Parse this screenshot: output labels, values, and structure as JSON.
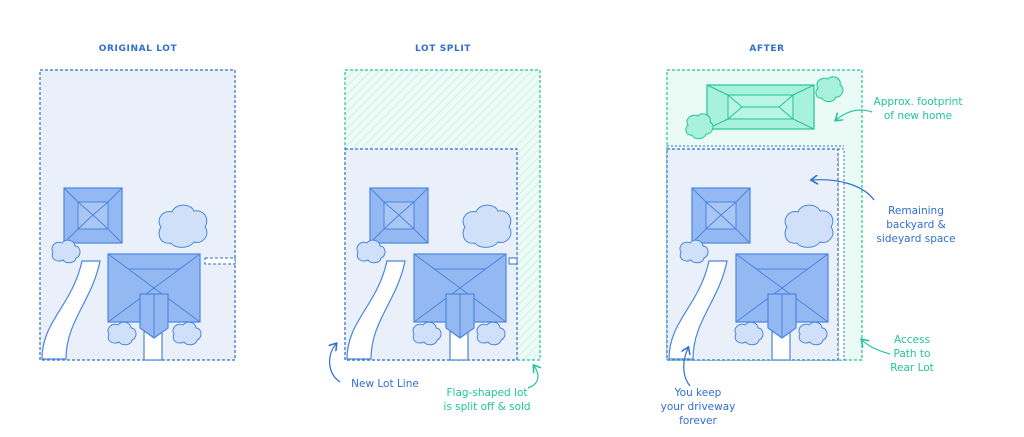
{
  "panels": {
    "original": {
      "title": "ORIGINAL LOT"
    },
    "split": {
      "title": "LOT SPLIT"
    },
    "after": {
      "title": "AFTER"
    }
  },
  "annotations": {
    "new_lot_line": "New Lot Line",
    "flag_lot": [
      "Flag-shaped lot",
      "is split off & sold"
    ],
    "footprint": [
      "Approx. footprint",
      "of new home"
    ],
    "remaining": [
      "Remaining",
      "backyard &",
      "sideyard space"
    ],
    "access": [
      "Access",
      "Path to",
      "Rear Lot"
    ],
    "driveway": [
      "You keep",
      "your driveway",
      "forever"
    ]
  },
  "colors": {
    "blue": "#2f6fd1",
    "green": "#22c497",
    "lot_fill": "#eaf0fa",
    "roof": "#94b8f2",
    "tree": "#cfe0f8",
    "new_home_roof": "#a8f2db",
    "split_fill": "#eafbf5"
  },
  "icons": [
    "house-roof-icon",
    "tree-icon",
    "driveway-icon",
    "arrow-icon"
  ]
}
